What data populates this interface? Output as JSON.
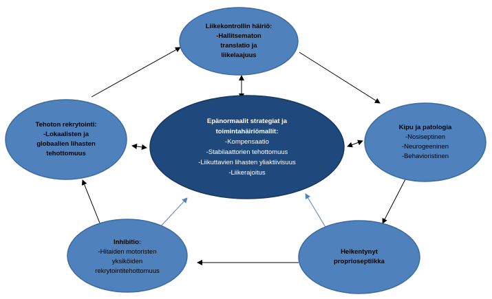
{
  "colors": {
    "outer_fill": "#4f81bd",
    "outer_stroke": "#3a6aa0",
    "center_fill": "#1f497d",
    "center_stroke": "#17375e",
    "arrow_black": "#000000",
    "arrow_blue": "#4f81bd"
  },
  "nodes": {
    "top": {
      "title": "Liikekontrollin häiriö:",
      "lines": [
        "-Hallitsematon",
        "translatio ja",
        "liikelaajuus"
      ]
    },
    "right": {
      "title": "Kipu ja patologia",
      "lines": [
        "-Nosiseptinen",
        "-Neurogeeninen",
        "-Behavioristinen"
      ]
    },
    "bottom_right": {
      "title": "Heikentynyt",
      "lines": [
        "proprioseptiikka"
      ]
    },
    "bottom_left": {
      "title": "Inhibitio:",
      "lines": [
        "-Hitaiden motoristen",
        "yksiköiden",
        "rekrytointitehottomuus"
      ]
    },
    "left": {
      "title": "Tehoton rekrytointi:",
      "lines": [
        "-Lokaalisten ja",
        "globaalien lihasten",
        "tehottomuus"
      ]
    },
    "center": {
      "title_lines": [
        "Epänormaalit strategiat ja",
        "toimintahäiriömallit:"
      ],
      "lines": [
        "-Kompensaatio",
        "-Stabilaattorien tehottomuus",
        "-Liikuttavien lihasten yliaktiivisuus",
        "-Liikerajoitus"
      ]
    }
  }
}
